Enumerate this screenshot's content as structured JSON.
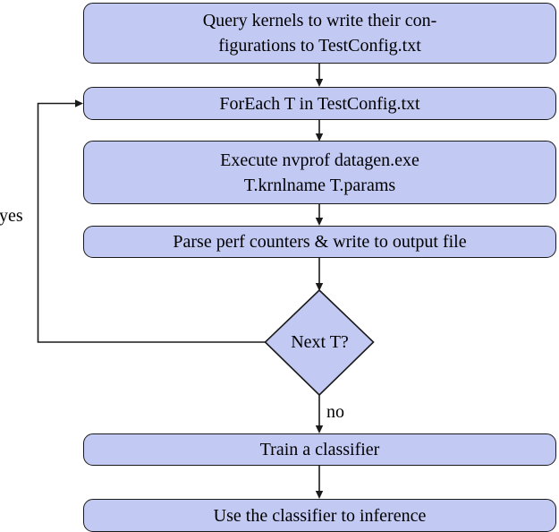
{
  "diagram": {
    "colors": {
      "node_fill": "#c2c9f3",
      "stroke": "#1a1a1a",
      "background": "#ffffff",
      "text": "#000000"
    },
    "nodes": {
      "query": {
        "lines": [
          "Query kernels to write their con-",
          "figurations to TestConfig.txt"
        ]
      },
      "foreach": {
        "lines": [
          "ForEach T in TestConfig.txt"
        ]
      },
      "execute": {
        "lines": [
          "Execute nvprof datagen.exe",
          "T.krnlname T.params"
        ]
      },
      "parse": {
        "lines": [
          "Parse perf counters & write to output file"
        ]
      },
      "decision": {
        "label": "Next T?"
      },
      "train": {
        "lines": [
          "Train a classifier"
        ]
      },
      "use_classifier": {
        "lines": [
          "Use the classifier to inference"
        ]
      }
    },
    "edge_labels": {
      "yes": "yes",
      "no": "no"
    }
  }
}
